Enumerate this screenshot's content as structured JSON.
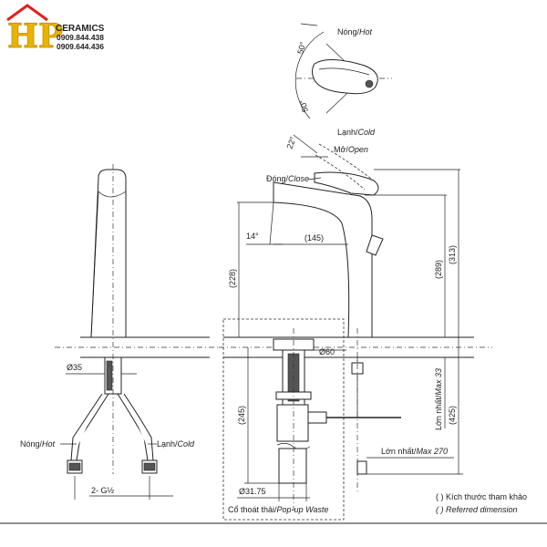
{
  "logo": {
    "letters": "HP",
    "brand": "CERAMICS",
    "phone1": "0909.844.438",
    "phone2": "0909.644.436",
    "colors": {
      "gold": "#E8B400",
      "red": "#E02020",
      "orange": "#F08A00"
    }
  },
  "labels": {
    "hot_top": "Nóng/",
    "hot_top_en": "Hot",
    "cold_top": "Lạnh/",
    "cold_top_en": "Cold",
    "open": "Mở/",
    "open_en": "Open",
    "close": "Đóng/",
    "close_en": "Close",
    "hot_left": "Nóng/",
    "hot_left_en": "Hot",
    "cold_left": "Lạnh/",
    "cold_left_en": "Cold",
    "max_height": "Lớn nhất/",
    "max_height_en": "Max 33",
    "max_length": "Lớn nhất/",
    "max_length_en": "Max 270",
    "waste": "Cổ thoát thải/",
    "waste_en": "Pop-up Waste"
  },
  "dimensions": {
    "angle_hot": "50°",
    "angle_cold": "50°",
    "angle_open": "22°",
    "angle_spout": "14°",
    "spout_reach": "(145)",
    "height_228": "(228)",
    "height_289": "(289)",
    "height_313": "(313)",
    "height_245": "(245)",
    "height_425": "(425)",
    "dia_60": "Ø60",
    "dia_35": "Ø35",
    "dia_3175": "Ø31.75",
    "thread": "2- G½"
  },
  "legend": {
    "line1": "( ) Kích thước tham khảo",
    "line2": "( ) Referred dimension"
  }
}
